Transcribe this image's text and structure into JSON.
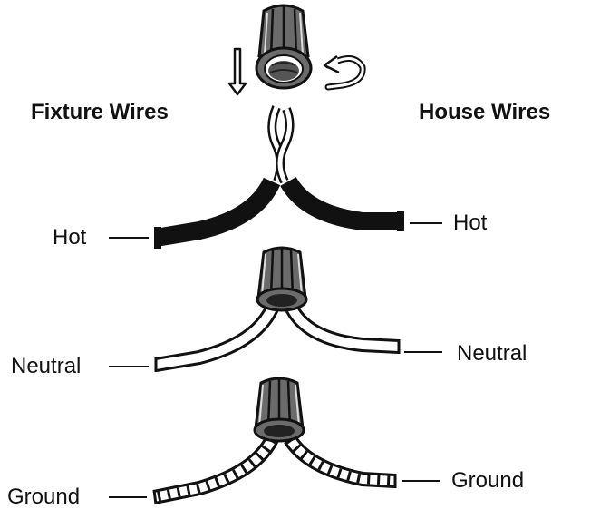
{
  "headings": {
    "fixture": "Fixture Wires",
    "house": "House Wires"
  },
  "left_labels": {
    "hot": "Hot",
    "neutral": "Neutral",
    "ground": "Ground"
  },
  "right_labels": {
    "hot": "Hot",
    "neutral": "Neutral",
    "ground": "Ground"
  },
  "colors": {
    "ink": "#111111",
    "hot_wire": "#1a1a1a",
    "neutral_wire": "#ffffff",
    "connector_body": "#6b6b6b"
  },
  "icons": [
    "wire-nut-icon",
    "down-arrow-icon",
    "rotate-arrow-icon"
  ]
}
